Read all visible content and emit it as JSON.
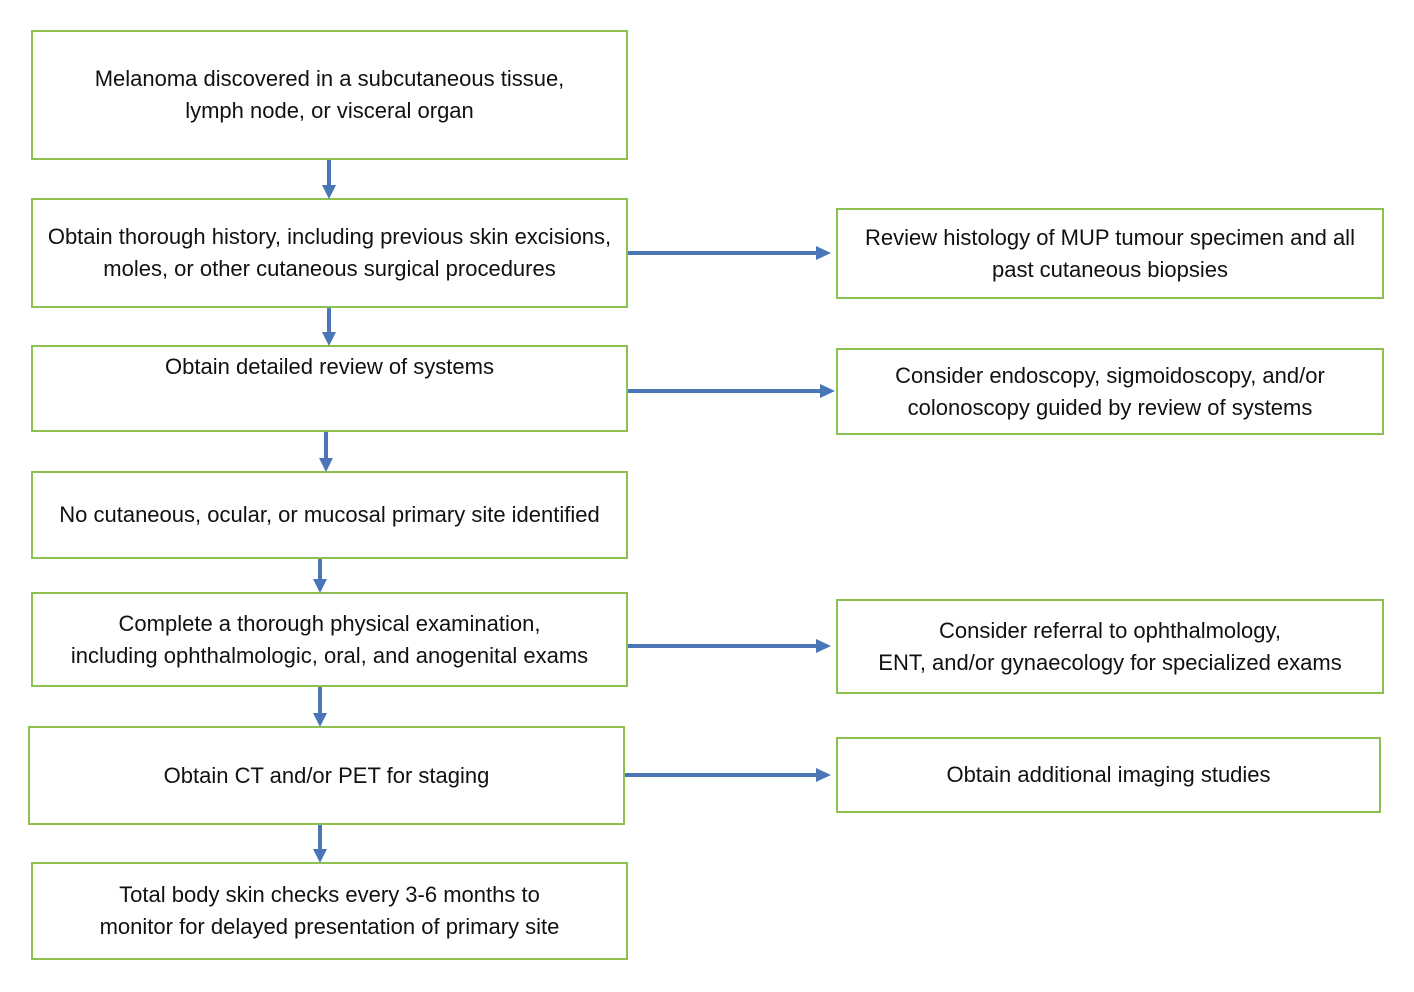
{
  "colors": {
    "box_border": "#8cc152",
    "arrow": "#4a76b8",
    "text": "#111111"
  },
  "left_steps": [
    {
      "line1": "Melanoma discovered in a subcutaneous tissue,",
      "line2": "lymph node, or visceral organ"
    },
    {
      "line1": "Obtain thorough history, including previous skin excisions,",
      "line2": "moles, or other cutaneous surgical procedures"
    },
    {
      "line1": "Obtain detailed review of systems",
      "line2": ""
    },
    {
      "line1": "No cutaneous, ocular, or mucosal primary site identified",
      "line2": ""
    },
    {
      "line1": "Complete a thorough physical examination,",
      "line2": "including ophthalmologic, oral, and anogenital exams"
    },
    {
      "line1": "Obtain CT and/or PET for staging",
      "line2": ""
    },
    {
      "line1": "Total body skin checks every 3-6 months to",
      "line2": "monitor for delayed presentation of primary site"
    }
  ],
  "right_steps": [
    {
      "line1": "Review histology of MUP tumour specimen and all",
      "line2": "past cutaneous biopsies"
    },
    {
      "line1": "Consider endoscopy, sigmoidoscopy, and/or",
      "line2": "colonoscopy guided by review of systems"
    },
    {
      "line1": "Consider referral to ophthalmology,",
      "line2": "ENT, and/or gynaecology for specialized exams"
    },
    {
      "line1": "Obtain additional imaging studies",
      "line2": ""
    }
  ]
}
